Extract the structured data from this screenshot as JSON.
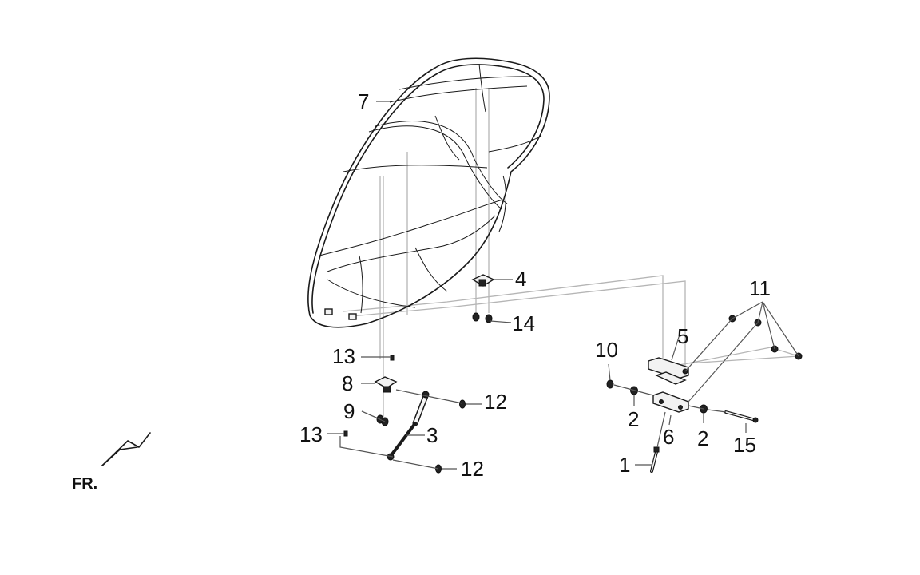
{
  "direction_label": "FR.",
  "callouts": {
    "c1": "1",
    "c2a": "2",
    "c2b": "2",
    "c3": "3",
    "c4": "4",
    "c5": "5",
    "c6": "6",
    "c7": "7",
    "c8": "8",
    "c9": "9",
    "c10": "10",
    "c11": "11",
    "c12a": "12",
    "c12b": "12",
    "c13a": "13",
    "c13b": "13",
    "c14": "14",
    "c15": "15"
  }
}
